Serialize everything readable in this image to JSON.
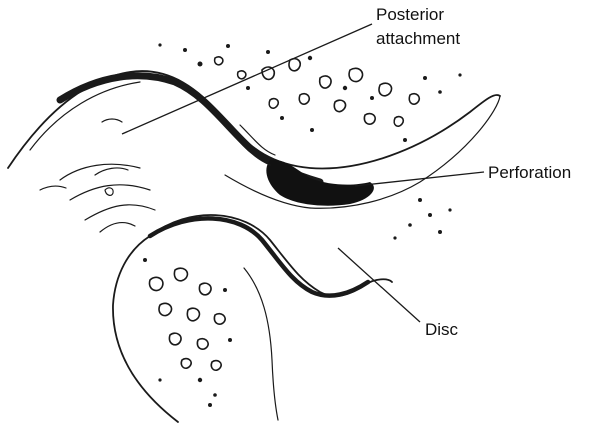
{
  "labels": {
    "posterior_line1": "Posterior",
    "posterior_line2": "attachment",
    "perforation": "Perforation",
    "disc": "Disc"
  },
  "colors": {
    "ink": "#1a1a1a",
    "background": "#ffffff"
  }
}
